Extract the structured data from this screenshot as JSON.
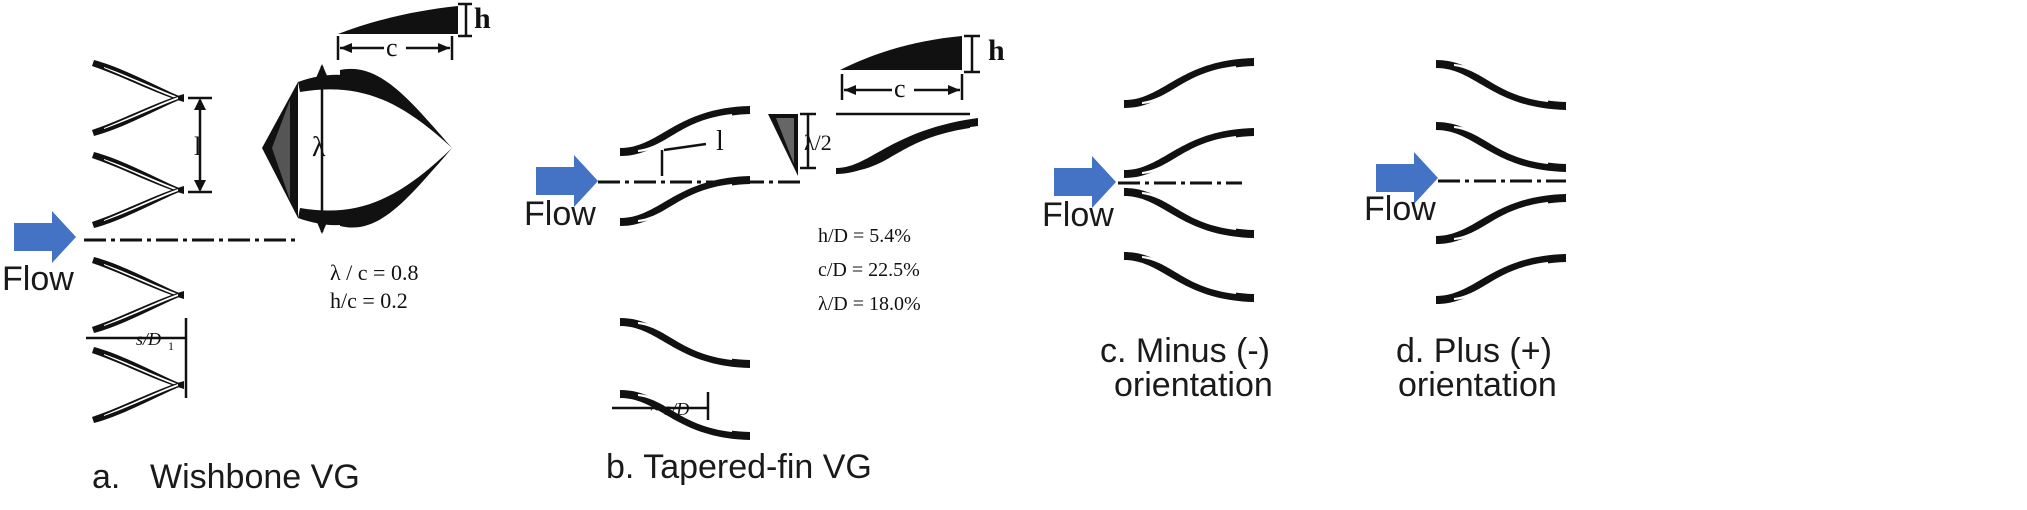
{
  "flow_label": "Flow",
  "colors": {
    "arrow": "#4472c4",
    "ink": "#111111"
  },
  "panels": [
    {
      "id": "a",
      "caption_letter": "a.",
      "caption_text": "Wishbone VG",
      "dims": {
        "h": "h",
        "c": "c",
        "lambda": "λ",
        "l": "l",
        "spacing": "s/D"
      },
      "ratios": [
        "λ / c = 0.8",
        "h/c = 0.2"
      ]
    },
    {
      "id": "b",
      "caption": "b. Tapered-fin VG",
      "dims": {
        "h": "h",
        "c": "c",
        "lambda_half": "λ/2",
        "l": "l",
        "spacing": "~ s/D"
      },
      "ratios": [
        "h/D = 5.4%",
        "c/D = 22.5%",
        "λ/D = 18.0%"
      ]
    },
    {
      "id": "c",
      "caption_line1": "c. Minus (-)",
      "caption_line2": "orientation"
    },
    {
      "id": "d",
      "caption_line1": "d. Plus (+)",
      "caption_line2": "orientation"
    }
  ]
}
